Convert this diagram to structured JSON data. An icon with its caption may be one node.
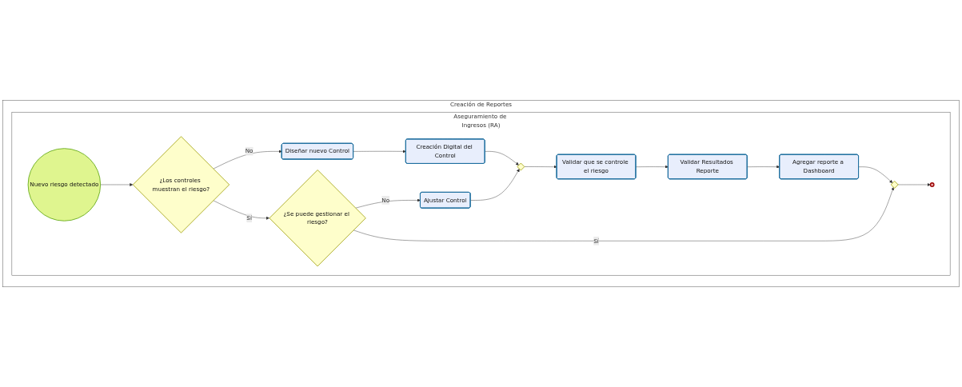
{
  "diagram": {
    "nodes": [
      {
        "text": [
          "Creación de Reportes"
        ]
      },
      {
        "text": [
          "Aseguramiento de Ingresos (RA)"
        ],
        "in": 0
      },
      {
        "text": [
          "Nuevo riesgo detectado"
        ],
        "in": 1
      },
      {
        "text": [
          "¿Los controles muestran el riesgo?"
        ],
        "in": 1
      },
      {
        "text": [
          "Diseñar nuevo Control"
        ],
        "in": 1
      },
      {
        "text": [
          "Creación Digital del Control"
        ],
        "in": 1
      },
      {
        "text": [
          "Validar Resultados Reporte"
        ],
        "in": 1
      },
      {
        "text": [
          "Agregar reporte a Dashboard"
        ],
        "in": 1
      },
      {
        "text": [
          "¿Se puede gestionar el riesgo?"
        ],
        "in": 1
      },
      {
        "text": [
          "Ajustar Control"
        ],
        "in": 1
      },
      {
        "text": [],
        "shape": "diamond",
        "in": 1
      },
      {
        "text": [
          "Validar que se controle el riesgo"
        ],
        "in": 1
      },
      {
        "text": [],
        "shape": "diamond",
        "in": 1
      },
      {
        "text": [],
        "shape": "circle",
        "in": 1
      }
    ],
    "edges": [
      {
        "from": 2,
        "to": 3,
        "arrow": "to"
      },
      {
        "from": 3,
        "to": 4,
        "arrow": "to",
        "label": "No"
      },
      {
        "from": 4,
        "to": 5,
        "arrow": "to"
      },
      {
        "from": 6,
        "to": 7,
        "arrow": "to"
      },
      {
        "from": 3,
        "to": 8,
        "arrow": "to",
        "label": "Sí"
      },
      {
        "from": 8,
        "to": 9,
        "arrow": "to",
        "label": "No"
      },
      {
        "from": 9,
        "to": 10,
        "arrow": "to"
      },
      {
        "from": 5,
        "to": 10,
        "arrow": "to"
      },
      {
        "from": 10,
        "to": 11,
        "arrow": "to"
      },
      {
        "from": 11,
        "to": 6,
        "arrow": "to"
      },
      {
        "from": 7,
        "to": 12,
        "arrow": "to"
      },
      {
        "from": 8,
        "to": 12,
        "arrow": "to",
        "label": "Sí"
      },
      {
        "from": 12,
        "to": 13,
        "arrow": "to"
      }
    ]
  }
}
